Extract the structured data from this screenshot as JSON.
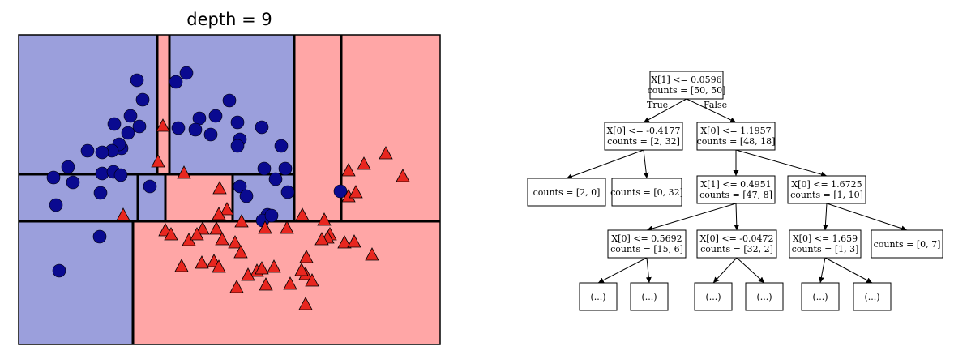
{
  "plot": {
    "title": "depth = 9",
    "colors": {
      "class0_region": "#9b9fdc",
      "class1_region": "#ffa6a6",
      "class0_marker": "#0a0a90",
      "class1_marker": "#e8261f"
    }
  },
  "tree": {
    "edge_labels": {
      "true": "True",
      "false": "False"
    },
    "nodes": [
      {
        "id": "n0",
        "lines": [
          "X[1] <= 0.0596",
          "counts = [50, 50]"
        ]
      },
      {
        "id": "n1",
        "lines": [
          "X[0] <= -0.4177",
          "counts = [2, 32]"
        ]
      },
      {
        "id": "n2",
        "lines": [
          "X[0] <= 1.1957",
          "counts = [48, 18]"
        ]
      },
      {
        "id": "n3",
        "lines": [
          "counts = [2, 0]"
        ]
      },
      {
        "id": "n4",
        "lines": [
          "counts = [0, 32]"
        ]
      },
      {
        "id": "n5",
        "lines": [
          "X[1] <= 0.4951",
          "counts = [47, 8]"
        ]
      },
      {
        "id": "n6",
        "lines": [
          "X[0] <= 1.6725",
          "counts = [1, 10]"
        ]
      },
      {
        "id": "n7",
        "lines": [
          "X[0] <= 0.5692",
          "counts = [15, 6]"
        ]
      },
      {
        "id": "n8",
        "lines": [
          "X[0] <= -0.0472",
          "counts = [32, 2]"
        ]
      },
      {
        "id": "n9",
        "lines": [
          "X[0] <= 1.659",
          "counts = [1, 3]"
        ]
      },
      {
        "id": "n10",
        "lines": [
          "counts = [0, 7]"
        ]
      },
      {
        "id": "n11",
        "lines": [
          "(...)"
        ]
      },
      {
        "id": "n12",
        "lines": [
          "(...)"
        ]
      },
      {
        "id": "n13",
        "lines": [
          "(...)"
        ]
      },
      {
        "id": "n14",
        "lines": [
          "(...)"
        ]
      },
      {
        "id": "n15",
        "lines": [
          "(...)"
        ]
      },
      {
        "id": "n16",
        "lines": [
          "(...)"
        ]
      }
    ]
  }
}
